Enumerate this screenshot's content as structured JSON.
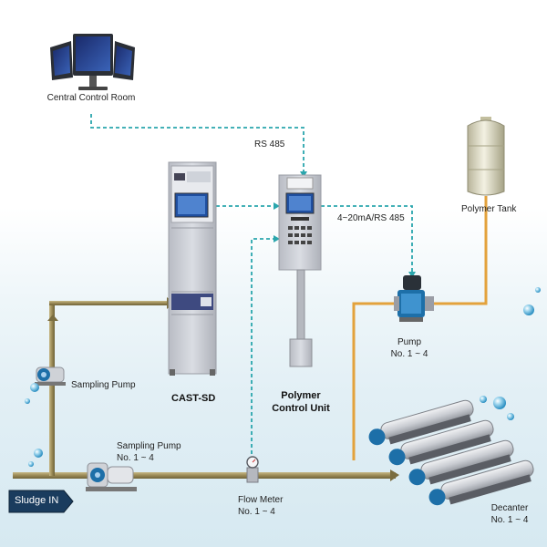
{
  "labels": {
    "central_control_room": "Central Control Room",
    "rs485": "RS 485",
    "signal_4_20ma": "4~20mA/RS 485",
    "polymer_tank": "Polymer Tank",
    "sampling_pump_top": "Sampling Pump",
    "cast_sd": "CAST-SD",
    "polymer_control_unit_line1": "Polymer",
    "polymer_control_unit_line2": "Control Unit",
    "pump_line1": "Pump",
    "pump_line2": "No. 1 ~ 4",
    "sampling_pump_bottom_line1": "Sampling Pump",
    "sampling_pump_bottom_line2": "No. 1 ~ 4",
    "sludge_in": "Sludge IN",
    "flow_meter_line1": "Flow Meter",
    "flow_meter_line2": "No. 1 ~ 4",
    "decanter_line1": "Decanter",
    "decanter_line2": "No. 1 ~ 4"
  },
  "colors": {
    "sludge_pipe": "#9a8a56",
    "polymer_pipe": "#e3a23c",
    "signal_line": "#2aa6ad",
    "cabinet": "#c9ccd3",
    "equipment_blue": "#1d6fa8"
  }
}
